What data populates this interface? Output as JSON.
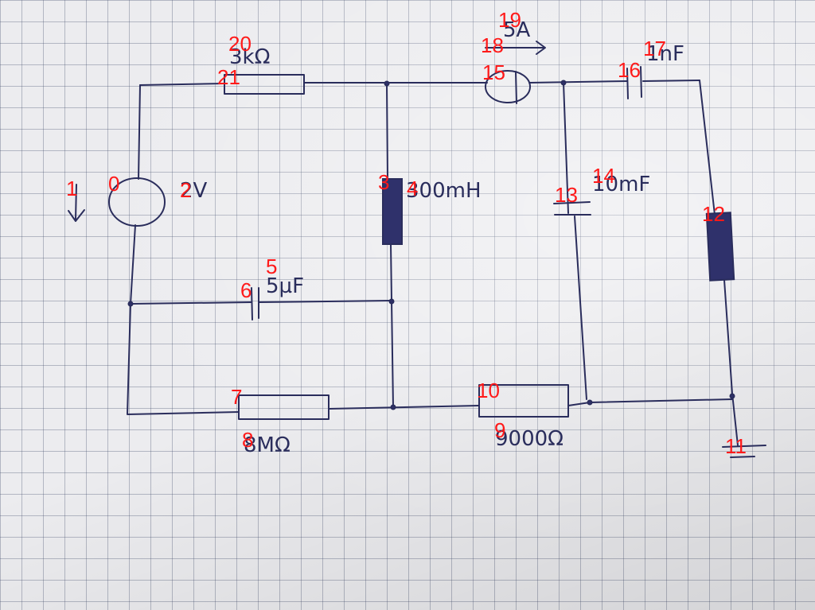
{
  "labels": {
    "voltage": "2V",
    "resistor_top": "3kΩ",
    "inductor_mid": "300mH",
    "capacitor_left": "5µF",
    "resistor_bottom_left": "8MΩ",
    "resistor_bottom_right": "9000Ω",
    "capacitor_right": "10mF",
    "capacitor_top_right": "1nF",
    "current_source": "5A"
  },
  "markers": [
    "0",
    "1",
    "2",
    "3",
    "4",
    "5",
    "6",
    "7",
    "8",
    "9",
    "10",
    "11",
    "12",
    "13",
    "14",
    "15",
    "16",
    "17",
    "18",
    "19",
    "20",
    "21"
  ],
  "colors": {
    "ink": "#2a2d5c",
    "marker": "#ff1a1a",
    "paper": "#ececef"
  }
}
